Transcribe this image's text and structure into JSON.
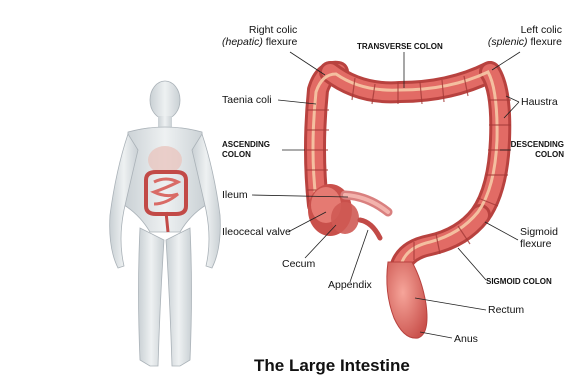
{
  "title": "The Large Intestine",
  "labels": {
    "right_colic_line1": "Right colic",
    "right_colic_line2_italic": "(hepatic)",
    "right_colic_line2_rest": " flexure",
    "transverse_colon": "TRANSVERSE COLON",
    "left_colic_line1": "Left colic",
    "left_colic_line2_italic": "(splenic)",
    "left_colic_line2_rest": " flexure",
    "taenia_coli": "Taenia coli",
    "haustra": "Haustra",
    "ascending_line1": "ASCENDING",
    "ascending_line2": "COLON",
    "descending_line1": "DESCENDING",
    "descending_line2": "COLON",
    "ileum": "Ileum",
    "ileocecal_valve": "Ileocecal valve",
    "cecum": "Cecum",
    "appendix": "Appendix",
    "sigmoid_flexure_line1": "Sigmoid",
    "sigmoid_flexure_line2": "flexure",
    "sigmoid_colon": "SIGMOID COLON",
    "rectum": "Rectum",
    "anus": "Anus"
  },
  "colors": {
    "colon": "#e0625e",
    "colon_dark": "#b8423f",
    "colon_light": "#f29a8e",
    "taenia": "#f6c9a6",
    "body": "#dfe4e7",
    "body_outline": "#aab2b8",
    "leader": "#222222"
  }
}
